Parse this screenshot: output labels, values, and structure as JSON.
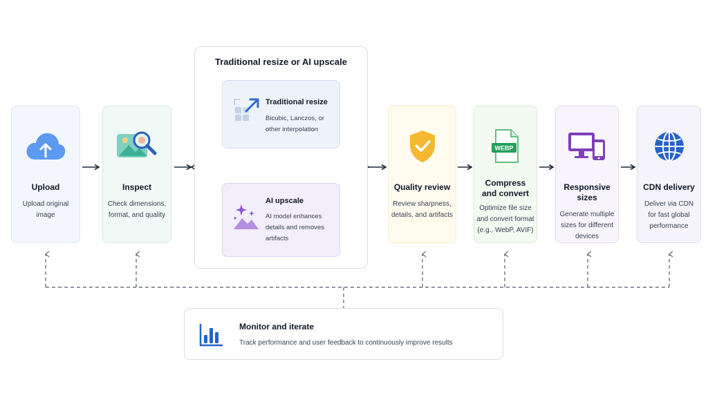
{
  "steps": {
    "upload": {
      "title": "Upload",
      "desc1": "Upload original",
      "desc2": "image",
      "icon": "cloud-upload-icon"
    },
    "inspect": {
      "title": "Inspect",
      "desc1": "Check dimensions,",
      "desc2": "format, and quality",
      "icon": "image-magnifier-icon"
    },
    "quality": {
      "title": "Quality review",
      "desc1": "Review sharpness,",
      "desc2": "details, and artifacts",
      "icon": "shield-check-icon"
    },
    "compress": {
      "title1": "Compress",
      "title2": "and convert",
      "desc1": "Optimize file size",
      "desc2": "and convert format",
      "desc3": "(e.g., WebP, AVIF)",
      "icon": "webp-file-icon",
      "badge": "WEBP"
    },
    "responsive": {
      "title": "Responsive sizes",
      "desc1": "Generate multiple",
      "desc2": "sizes for different",
      "desc3": "devices",
      "icon": "devices-icon"
    },
    "cdn": {
      "title": "CDN delivery",
      "desc1": "Deliver via CDN",
      "desc2": "for fast global",
      "desc3": "performance",
      "icon": "globe-icon"
    }
  },
  "branch": {
    "title": "Traditional resize or AI upscale",
    "traditional": {
      "title": "Traditional resize",
      "desc1": "Bicubic, Lanczos, or",
      "desc2": "other interpolation",
      "icon": "resize-grid-icon"
    },
    "ai": {
      "title": "AI upscale",
      "desc1": "AI model enhances",
      "desc2": "details and removes",
      "desc3": "artifacts",
      "icon": "sparkle-mountain-icon"
    }
  },
  "monitor": {
    "title": "Monitor and iterate",
    "desc": "Track performance and user feedback to continuously improve results",
    "icon": "bar-chart-icon"
  },
  "colors": {
    "arrow": "#1f2937",
    "dashed": "#6b7280",
    "blue": "#3b82f6",
    "yellow": "#f5b82e",
    "green": "#22a05a",
    "purple": "#7e3fb9"
  }
}
